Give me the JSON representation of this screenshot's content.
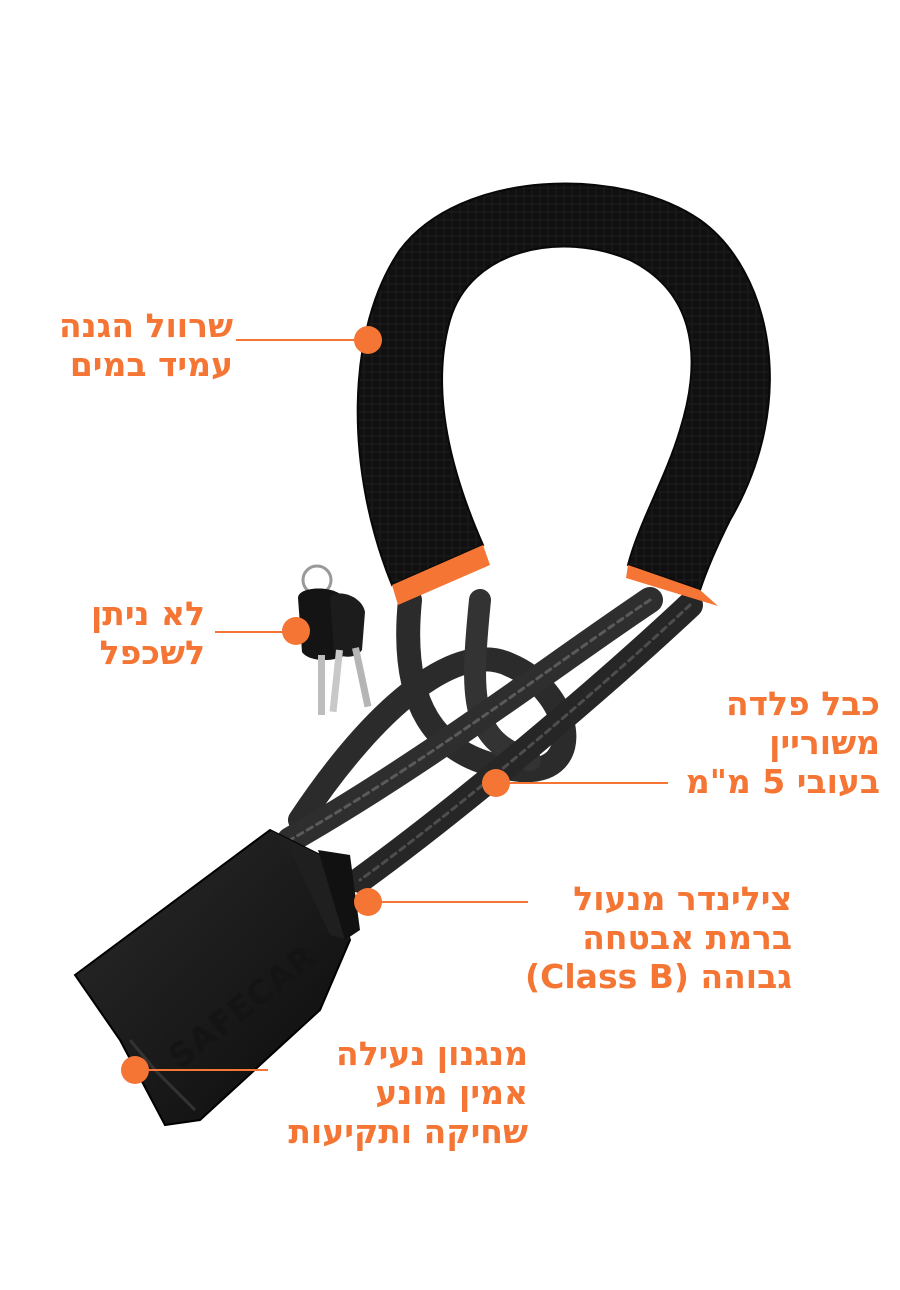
{
  "brand": {
    "logo_text": "SAFECAR"
  },
  "callouts": [
    {
      "id": "sleeve",
      "lines": [
        "שרוול הגנה",
        "עמיד במים"
      ]
    },
    {
      "id": "keys",
      "lines": [
        "לא ניתן",
        "לשכפל"
      ]
    },
    {
      "id": "cable",
      "lines": [
        "כבל פלדה",
        "משוריין",
        "בעובי 5 מ\"מ"
      ]
    },
    {
      "id": "cylinder",
      "lines": [
        "צילינדר מנעול",
        "ברמת אבטחה",
        "גבוהה (Class B)"
      ]
    },
    {
      "id": "mechanism",
      "lines": [
        "מנגנון נעילה",
        "אמין מונע",
        "שחיקה ותקיעות"
      ]
    }
  ],
  "colors": {
    "accent": "#f47534",
    "product_black": "#151515",
    "cable_gray": "#3a3a3a",
    "background": "#ffffff"
  },
  "icons": [
    "key-icon",
    "callout-dot-icon"
  ]
}
